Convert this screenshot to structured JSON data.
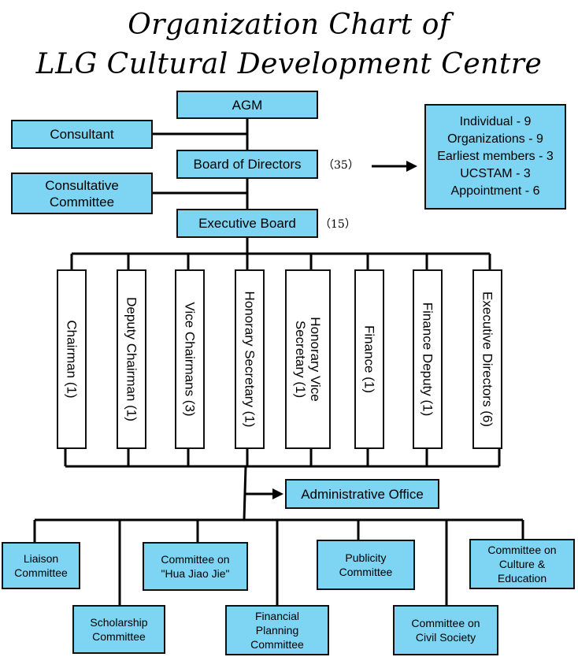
{
  "title": {
    "line1": "Organization Chart of",
    "line2": "LLG Cultural Development Centre"
  },
  "top": {
    "agm": "AGM",
    "consultant": "Consultant",
    "board": "Board of Directors",
    "board_count": "（35）",
    "consultative": "Consultative Committee",
    "executive": "Executive Board",
    "executive_count": "（15）"
  },
  "board_composition": [
    "Individual - 9",
    "Organizations - 9",
    "Earliest members - 3",
    "UCSTAM - 3",
    "Appointment - 6"
  ],
  "officers": [
    "Chairman (1)",
    "Deputy Chairman (1)",
    "Vice Chairmans (3)",
    "Honorary Secretary (1)",
    "Honorary Vice Secretary (1)",
    "Finance (1)",
    "Finance Deputy (1)",
    "Executive Directors (6)"
  ],
  "admin_office": "Administrative Office",
  "committees": [
    "Liaison Committee",
    "Scholarship Committee",
    "Committee on \"Hua Jiao Jie\"",
    "Financial Planning Committee",
    "Publicity Committee",
    "Committee on Civil Society",
    "Committee on Culture & Education"
  ],
  "colors": {
    "box_fill": "#7ed4f3",
    "line": "#000000"
  }
}
